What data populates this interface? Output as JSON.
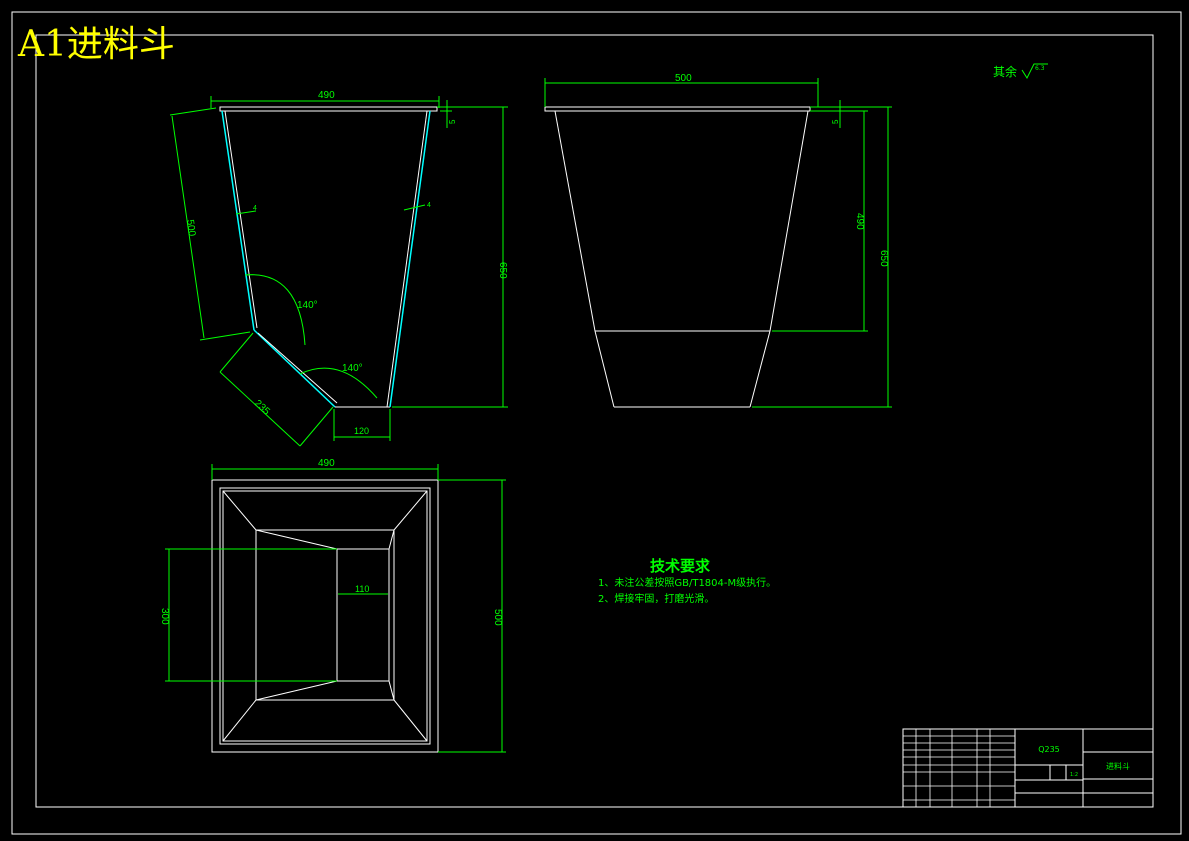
{
  "sheet": {
    "title": "A1进料斗",
    "roughness_note": "其余",
    "roughness_value": "6.3"
  },
  "tech_requirements": {
    "heading": "技术要求",
    "items": [
      "1、未注公差按照GB/T1804-M级执行。",
      "2、焊接牢固，打磨光滑。"
    ]
  },
  "front_view": {
    "dims": {
      "top_width": "490",
      "height": "650",
      "slant_length": "500",
      "chute_length": "235",
      "bottom_width": "120",
      "thickness_top": "5",
      "angle_upper": "140°",
      "angle_lower": "140°",
      "weld": "4"
    }
  },
  "side_view": {
    "dims": {
      "top_width": "500",
      "upper_height": "490",
      "height": "650",
      "thickness_top": "5"
    }
  },
  "top_view": {
    "dims": {
      "width": "490",
      "depth": "500",
      "inner_height": "300",
      "outlet_width": "110"
    }
  },
  "title_block": {
    "material": "Q235",
    "part_name": "进料斗",
    "scale": "1:2"
  },
  "colors": {
    "background": "#000000",
    "outline": "#ffffff",
    "dimension": "#00ff00",
    "weld": "#00ffff",
    "title": "#ffff00"
  }
}
